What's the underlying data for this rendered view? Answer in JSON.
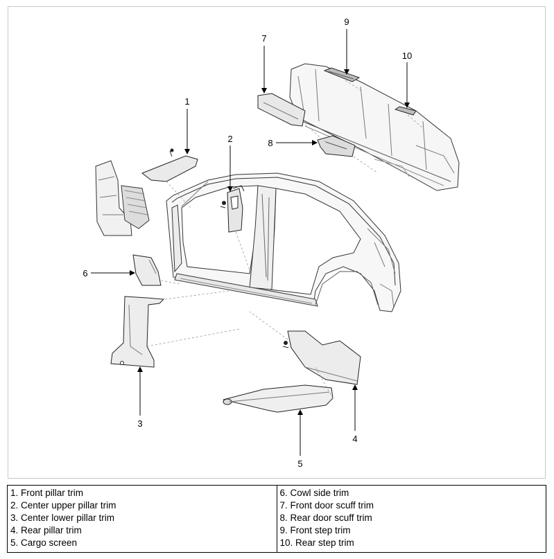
{
  "callouts": [
    "1",
    "2",
    "3",
    "4",
    "5",
    "6",
    "7",
    "8",
    "9",
    "10"
  ],
  "legend": {
    "left": [
      "1. Front pillar trim",
      "2. Center upper pillar trim",
      "3. Center lower pillar trim",
      "4. Rear pillar trim",
      "5. Cargo screen"
    ],
    "right": [
      "6. Cowl side trim",
      "7. Front door scuff trim",
      "8. Rear door scuff trim",
      "9. Front step trim",
      "10. Rear step trim"
    ]
  }
}
